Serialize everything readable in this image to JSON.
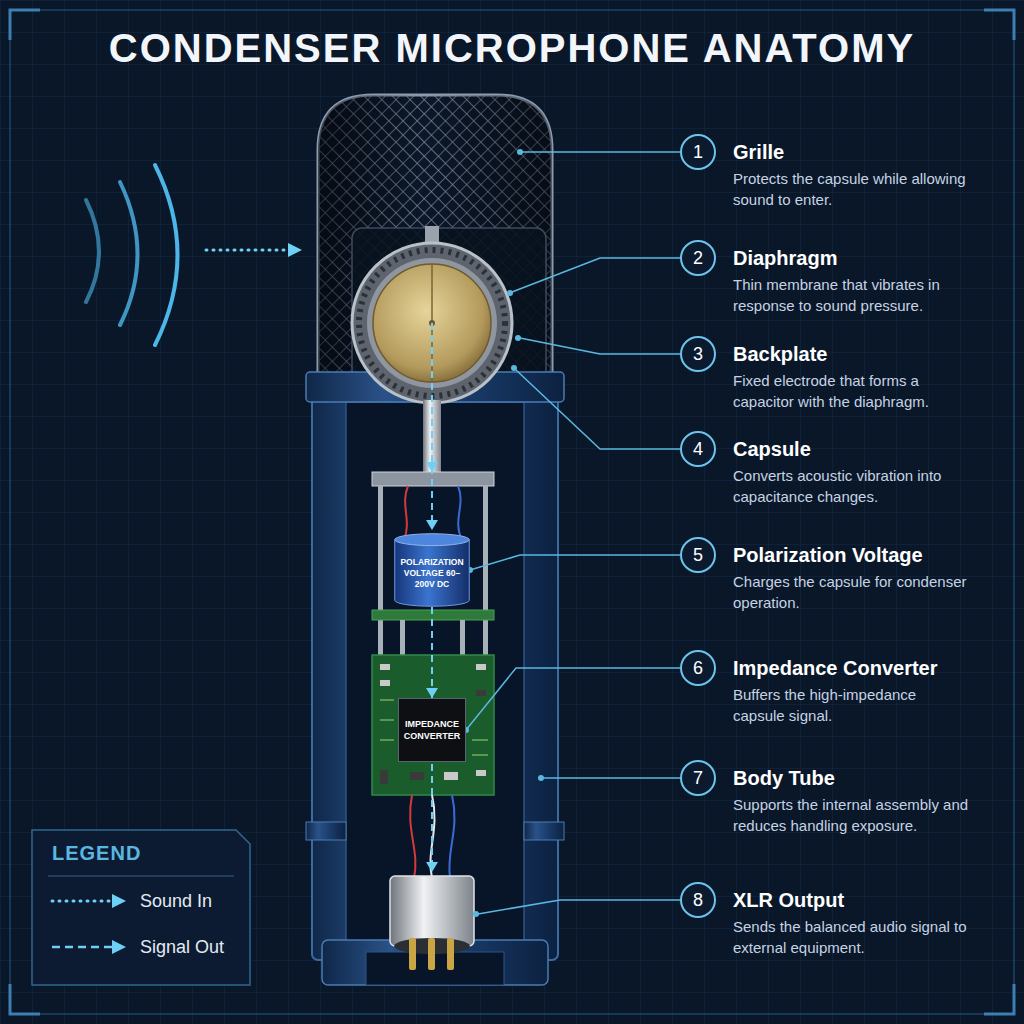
{
  "diagram": {
    "title": "CONDENSER MICROPHONE ANATOMY",
    "nodes": [
      {
        "text": [
          "1",
          "Grille",
          "Protects the capsule while allowing sound to enter."
        ]
      },
      {
        "text": [
          "2",
          "Diaphragm",
          "Thin membrane that vibrates in response to sound pressure."
        ]
      },
      {
        "text": [
          "3",
          "Backplate",
          "Fixed electrode that forms a capacitor with the diaphragm."
        ]
      },
      {
        "text": [
          "4",
          "Capsule",
          "Converts acoustic vibration into capacitance changes."
        ]
      },
      {
        "text": [
          "POLARIZATION VOLTAGE 60–200V DC"
        ]
      },
      {
        "text": [
          "5",
          "Polarization Voltage",
          "Charges the capsule for condenser operation."
        ]
      },
      {
        "text": [
          "IMPEDANCE CONVERTER"
        ]
      },
      {
        "text": [
          "6",
          "Impedance Converter",
          "Buffers the high-impedance capsule signal."
        ]
      },
      {
        "text": [
          "7",
          "Body Tube",
          "Supports the internal assembly and reduces handling exposure."
        ]
      },
      {
        "text": [
          "8",
          "XLR Output",
          "Sends the balanced audio signal to external equipment."
        ]
      }
    ],
    "edges": [
      {
        "from": 5,
        "to": 4,
        "arrow": "none"
      },
      {
        "from": 4,
        "to": 6,
        "arrow": "to"
      },
      {
        "from": 7,
        "to": 6,
        "arrow": "none"
      }
    ],
    "labels": [
      "LEGEND"
    ],
    "legend": [
      {
        "text": "Sound In"
      },
      {
        "text": "Signal Out"
      }
    ]
  }
}
